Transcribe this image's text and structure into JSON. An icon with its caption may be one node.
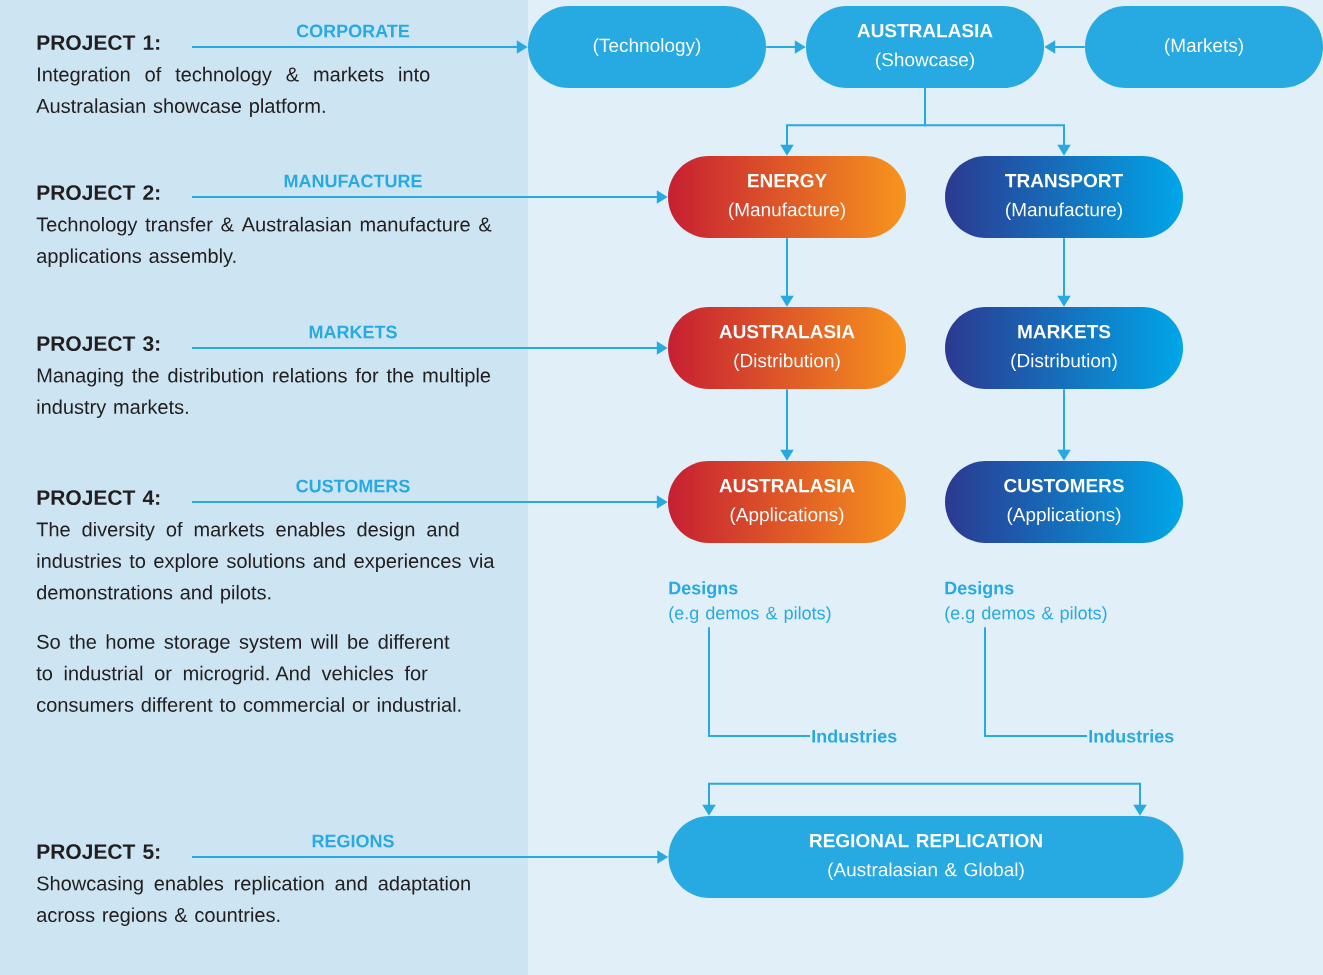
{
  "diagram": {
    "nodes": [
      {
        "text": [
          "PROJECT 1:",
          "Integration of technology & markets into Australasian showcase platform."
        ]
      },
      {
        "text": [
          "PROJECT 2:",
          "Technology transfer & Australasian manufacture & applications assembly."
        ]
      },
      {
        "text": [
          "PROJECT 3:",
          "Managing the distribution relations for the multiple industry markets."
        ]
      },
      {
        "text": [
          "PROJECT 4:",
          "The diversity of markets enables design and industries to explore solutions and experiences via demonstrations and pilots."
        ]
      },
      {
        "text": [
          "PROJECT 5:",
          "Showcasing enables replication and adaptation across regions & countries."
        ]
      },
      {
        "text": [
          "(Technology)"
        ]
      },
      {
        "text": [
          "AUSTRALASIA",
          "(Showcase)"
        ]
      },
      {
        "text": [
          "(Markets)"
        ]
      },
      {
        "text": [
          "ENERGY",
          "(Manufacture)"
        ]
      },
      {
        "text": [
          "TRANSPORT",
          "(Manufacture)"
        ]
      },
      {
        "text": [
          "AUSTRALASIA",
          "(Distribution)"
        ]
      },
      {
        "text": [
          "MARKETS",
          "(Distribution)"
        ]
      },
      {
        "text": [
          "AUSTRALASIA",
          "(Applications)"
        ]
      },
      {
        "text": [
          "CUSTOMERS",
          "(Applications)"
        ]
      },
      {
        "text": [
          "Designs",
          "(e.g demos & pilots)"
        ]
      },
      {
        "text": [
          "Industries"
        ]
      },
      {
        "text": [
          "Designs",
          "(e.g demos & pilots)"
        ]
      },
      {
        "text": [
          "Industries"
        ]
      },
      {
        "text": [
          "REGIONAL REPLICATION",
          "(Australasian & Global)"
        ]
      }
    ],
    "edges": [
      {
        "from": 0,
        "to": 5,
        "arrow": "to",
        "label": "CORPORATE"
      },
      {
        "from": 1,
        "to": 8,
        "arrow": "to",
        "label": "MANUFACTURE"
      },
      {
        "from": 2,
        "to": 10,
        "arrow": "to",
        "label": "MARKETS"
      },
      {
        "from": 3,
        "to": 12,
        "arrow": "to",
        "label": "CUSTOMERS"
      },
      {
        "from": 4,
        "to": 18,
        "arrow": "to",
        "label": "REGIONS"
      },
      {
        "from": 5,
        "to": 6,
        "arrow": "to"
      },
      {
        "from": 7,
        "to": 6,
        "arrow": "to"
      },
      {
        "from": 6,
        "to": 8,
        "arrow": "to"
      },
      {
        "from": 6,
        "to": 9,
        "arrow": "to"
      },
      {
        "from": 8,
        "to": 10,
        "arrow": "to"
      },
      {
        "from": 10,
        "to": 12,
        "arrow": "to"
      },
      {
        "from": 9,
        "to": 11,
        "arrow": "to"
      },
      {
        "from": 11,
        "to": 13,
        "arrow": "to"
      },
      {
        "from": 14,
        "to": 15,
        "arrow": "none"
      },
      {
        "from": 16,
        "to": 17,
        "arrow": "none"
      },
      {
        "from": null,
        "to": 18,
        "arrow": "to"
      },
      {
        "from": null,
        "to": 18,
        "arrow": "to"
      }
    ],
    "labels": [
      "So the home storage system will be different to industrial or microgrid. And vehicles for consumers different to commercial or industrial."
    ]
  }
}
